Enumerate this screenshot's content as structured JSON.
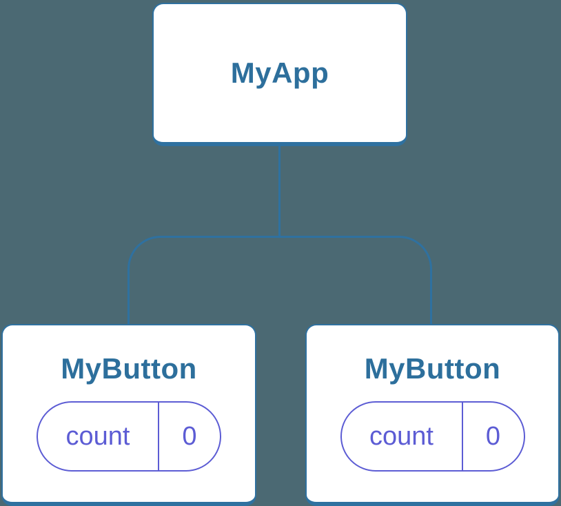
{
  "colors": {
    "bg": "#4b6973",
    "accent": "#2f71a0",
    "node-text": "#2d6f9c",
    "state": "#5c5cd4",
    "card-bg": "#ffffff"
  },
  "tree": {
    "root": {
      "label": "MyApp"
    },
    "children": [
      {
        "label": "MyButton",
        "state": {
          "name": "count",
          "value": "0"
        }
      },
      {
        "label": "MyButton",
        "state": {
          "name": "count",
          "value": "0"
        }
      }
    ]
  }
}
